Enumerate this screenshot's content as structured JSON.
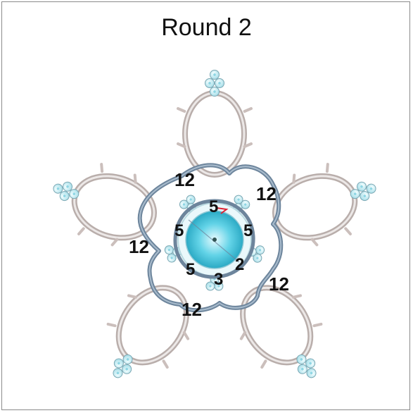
{
  "title": "Round 2",
  "colors": {
    "ring_outer": "#b9aeab",
    "ring_inner": "#f4f2f1",
    "thread": "#6d859c",
    "thread_light": "#9fb1c2",
    "bead_fill": "#cfeff5",
    "bead_edge": "#7aa7b3",
    "center": "#3fc6de",
    "text": "#111111"
  },
  "stitch_counts": {
    "outer": [
      "12",
      "12",
      "12",
      "12",
      "12"
    ],
    "inner": [
      "5",
      "5",
      "5",
      "5",
      "3",
      "2"
    ]
  },
  "icons": [
    "ring-icon",
    "bead-cluster-icon",
    "center-bead-icon",
    "direction-arrow-icon"
  ]
}
